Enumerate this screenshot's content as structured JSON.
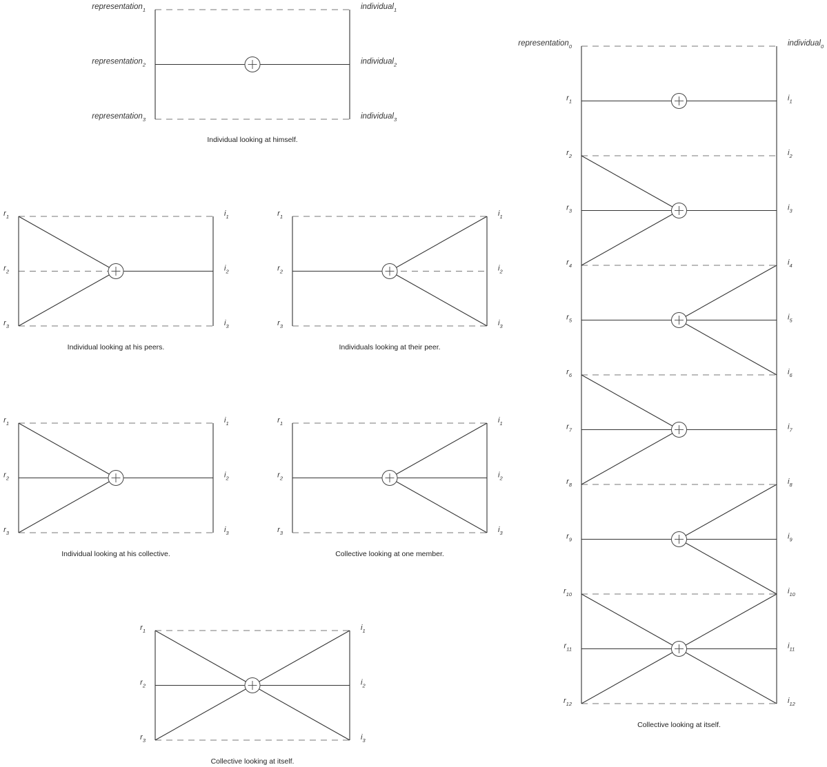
{
  "diagrams": [
    {
      "id": "self",
      "caption": "Individual looking at himself.",
      "left_labels": [
        {
          "base": "representation",
          "sub": "1"
        },
        {
          "base": "representation",
          "sub": "2"
        },
        {
          "base": "representation",
          "sub": "3"
        }
      ],
      "right_labels": [
        {
          "base": "individual",
          "sub": "1"
        },
        {
          "base": "individual",
          "sub": "2"
        },
        {
          "base": "individual",
          "sub": "3"
        }
      ],
      "hub_rows": [
        1
      ],
      "solid_full_rows": [
        1
      ],
      "dashed_rows": [
        0,
        2
      ],
      "diagonals": [],
      "dashed_left_half_rows": [],
      "dashed_right_half_rows": [],
      "solid_left_half_rows": [],
      "solid_right_half_rows": []
    },
    {
      "id": "peers",
      "caption": "Individual looking at his peers.",
      "left_labels": [
        {
          "base": "r",
          "sub": "1"
        },
        {
          "base": "r",
          "sub": "2"
        },
        {
          "base": "r",
          "sub": "3"
        }
      ],
      "right_labels": [
        {
          "base": "i",
          "sub": "1"
        },
        {
          "base": "i",
          "sub": "2"
        },
        {
          "base": "i",
          "sub": "3"
        }
      ],
      "hub_rows": [
        1
      ],
      "dashed_rows": [
        0,
        2
      ],
      "dashed_left_half_rows": [
        1
      ],
      "solid_right_half_rows": [
        1
      ],
      "diagonals": [
        {
          "side": "left",
          "row": 0,
          "hub": 1
        },
        {
          "side": "left",
          "row": 2,
          "hub": 1
        }
      ]
    },
    {
      "id": "peer",
      "caption": "Individuals looking at their peer.",
      "left_labels": [
        {
          "base": "r",
          "sub": "1"
        },
        {
          "base": "r",
          "sub": "2"
        },
        {
          "base": "r",
          "sub": "3"
        }
      ],
      "right_labels": [
        {
          "base": "i",
          "sub": "1"
        },
        {
          "base": "i",
          "sub": "2"
        },
        {
          "base": "i",
          "sub": "3"
        }
      ],
      "hub_rows": [
        1
      ],
      "dashed_rows": [
        0,
        2
      ],
      "solid_left_half_rows": [
        1
      ],
      "dashed_right_half_rows": [
        1
      ],
      "diagonals": [
        {
          "side": "right",
          "row": 0,
          "hub": 1
        },
        {
          "side": "right",
          "row": 2,
          "hub": 1
        }
      ]
    },
    {
      "id": "collective",
      "caption": "Individual looking at his collective.",
      "left_labels": [
        {
          "base": "r",
          "sub": "1"
        },
        {
          "base": "r",
          "sub": "2"
        },
        {
          "base": "r",
          "sub": "3"
        }
      ],
      "right_labels": [
        {
          "base": "i",
          "sub": "1"
        },
        {
          "base": "i",
          "sub": "2"
        },
        {
          "base": "i",
          "sub": "3"
        }
      ],
      "hub_rows": [
        1
      ],
      "dashed_rows": [
        0,
        2
      ],
      "solid_full_rows": [
        1
      ],
      "diagonals": [
        {
          "side": "left",
          "row": 0,
          "hub": 1
        },
        {
          "side": "left",
          "row": 2,
          "hub": 1
        }
      ]
    },
    {
      "id": "member",
      "caption": "Collective looking at one member.",
      "left_labels": [
        {
          "base": "r",
          "sub": "1"
        },
        {
          "base": "r",
          "sub": "2"
        },
        {
          "base": "r",
          "sub": "3"
        }
      ],
      "right_labels": [
        {
          "base": "i",
          "sub": "1"
        },
        {
          "base": "i",
          "sub": "2"
        },
        {
          "base": "i",
          "sub": "3"
        }
      ],
      "hub_rows": [
        1
      ],
      "dashed_rows": [
        0,
        2
      ],
      "solid_full_rows": [
        1
      ],
      "diagonals": [
        {
          "side": "right",
          "row": 0,
          "hub": 1
        },
        {
          "side": "right",
          "row": 2,
          "hub": 1
        }
      ]
    },
    {
      "id": "itself",
      "caption": "Collective looking at itself.",
      "left_labels": [
        {
          "base": "r",
          "sub": "1"
        },
        {
          "base": "r",
          "sub": "2"
        },
        {
          "base": "r",
          "sub": "3"
        }
      ],
      "right_labels": [
        {
          "base": "i",
          "sub": "1"
        },
        {
          "base": "i",
          "sub": "2"
        },
        {
          "base": "i",
          "sub": "3"
        }
      ],
      "hub_rows": [
        1
      ],
      "dashed_rows": [
        0,
        2
      ],
      "solid_full_rows": [
        1
      ],
      "diagonals": [
        {
          "side": "left",
          "row": 0,
          "hub": 1
        },
        {
          "side": "left",
          "row": 2,
          "hub": 1
        },
        {
          "side": "right",
          "row": 0,
          "hub": 1
        },
        {
          "side": "right",
          "row": 2,
          "hub": 1
        }
      ]
    },
    {
      "id": "tall",
      "caption": "Collective looking at itself.",
      "left_labels": [
        {
          "base": "representation",
          "sub": "0"
        },
        {
          "base": "r",
          "sub": "1"
        },
        {
          "base": "r",
          "sub": "2"
        },
        {
          "base": "r",
          "sub": "3"
        },
        {
          "base": "r",
          "sub": "4"
        },
        {
          "base": "r",
          "sub": "5"
        },
        {
          "base": "r",
          "sub": "6"
        },
        {
          "base": "r",
          "sub": "7"
        },
        {
          "base": "r",
          "sub": "8"
        },
        {
          "base": "r",
          "sub": "9"
        },
        {
          "base": "r",
          "sub": "10"
        },
        {
          "base": "r",
          "sub": "11"
        },
        {
          "base": "r",
          "sub": "12"
        }
      ],
      "right_labels": [
        {
          "base": "individual",
          "sub": "0"
        },
        {
          "base": "i",
          "sub": "1"
        },
        {
          "base": "i",
          "sub": "2"
        },
        {
          "base": "i",
          "sub": "3"
        },
        {
          "base": "i",
          "sub": "4"
        },
        {
          "base": "i",
          "sub": "5"
        },
        {
          "base": "i",
          "sub": "6"
        },
        {
          "base": "i",
          "sub": "7"
        },
        {
          "base": "i",
          "sub": "8"
        },
        {
          "base": "i",
          "sub": "9"
        },
        {
          "base": "i",
          "sub": "10"
        },
        {
          "base": "i",
          "sub": "11"
        },
        {
          "base": "i",
          "sub": "12"
        }
      ],
      "hub_rows": [
        1,
        3,
        5,
        7,
        9,
        11
      ],
      "dashed_rows": [
        0,
        2,
        4,
        6,
        8,
        10,
        12
      ],
      "solid_full_rows": [
        1,
        3,
        5,
        7,
        9,
        11
      ],
      "diagonals": [
        {
          "side": "left",
          "row": 2,
          "hub": 3
        },
        {
          "side": "left",
          "row": 4,
          "hub": 3
        },
        {
          "side": "right",
          "row": 4,
          "hub": 5
        },
        {
          "side": "right",
          "row": 6,
          "hub": 5
        },
        {
          "side": "left",
          "row": 6,
          "hub": 7
        },
        {
          "side": "left",
          "row": 8,
          "hub": 7
        },
        {
          "side": "right",
          "row": 8,
          "hub": 9
        },
        {
          "side": "right",
          "row": 10,
          "hub": 9
        },
        {
          "side": "left",
          "row": 10,
          "hub": 11
        },
        {
          "side": "left",
          "row": 12,
          "hub": 11
        },
        {
          "side": "right",
          "row": 10,
          "hub": 11
        },
        {
          "side": "right",
          "row": 12,
          "hub": 11
        }
      ]
    }
  ]
}
